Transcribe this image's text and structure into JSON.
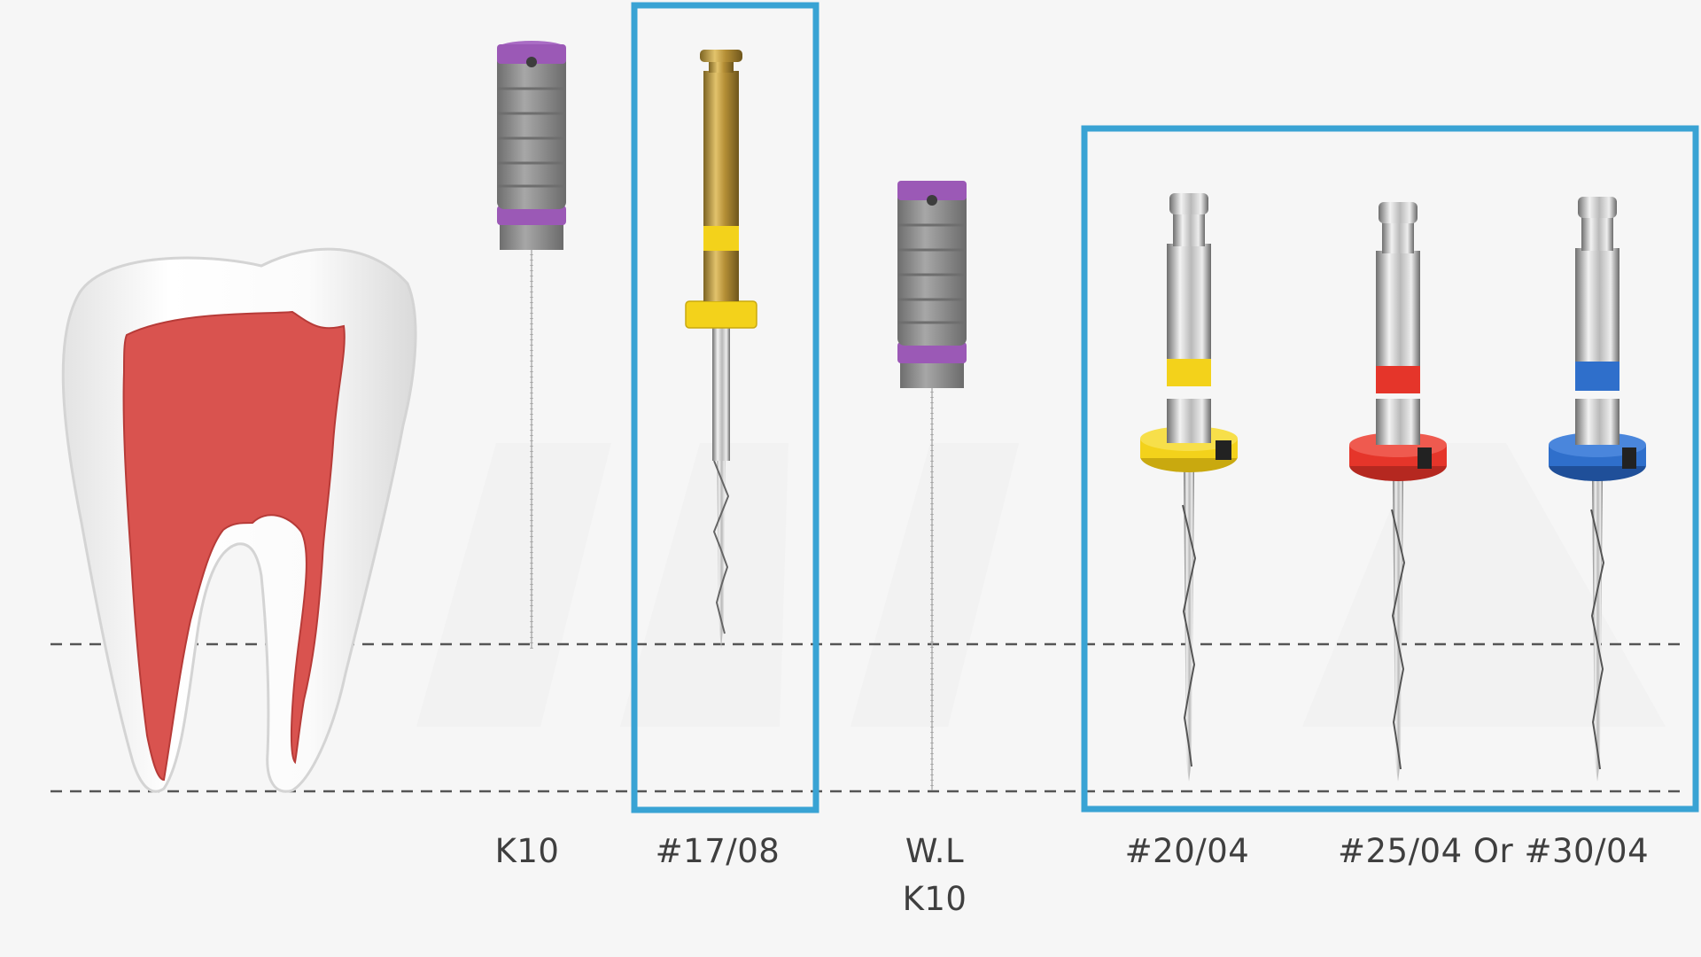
{
  "colors": {
    "background": "#f6f6f6",
    "highlight_box": "#39a3d4",
    "pulp": "#d9534f",
    "handle_gray": "#8f8f8f",
    "handle_purple": "#9b59b6",
    "ring_yellow": "#f3d21b",
    "ring_red": "#e5352a",
    "ring_blue": "#2f6fcb",
    "dashed_line": "#555555"
  },
  "icons": {
    "tooth": "tooth-cross-section-icon",
    "hand_file": "hand-k-file-icon",
    "rotary_file": "rotary-file-icon"
  },
  "labels": {
    "k10_first": "K10",
    "file_17_08": "#17/08",
    "wl_line1": "W.L",
    "wl_line2": "K10",
    "file_20_04": "#20/04",
    "file_25_or_30": "#25/04 Or #30/04"
  }
}
